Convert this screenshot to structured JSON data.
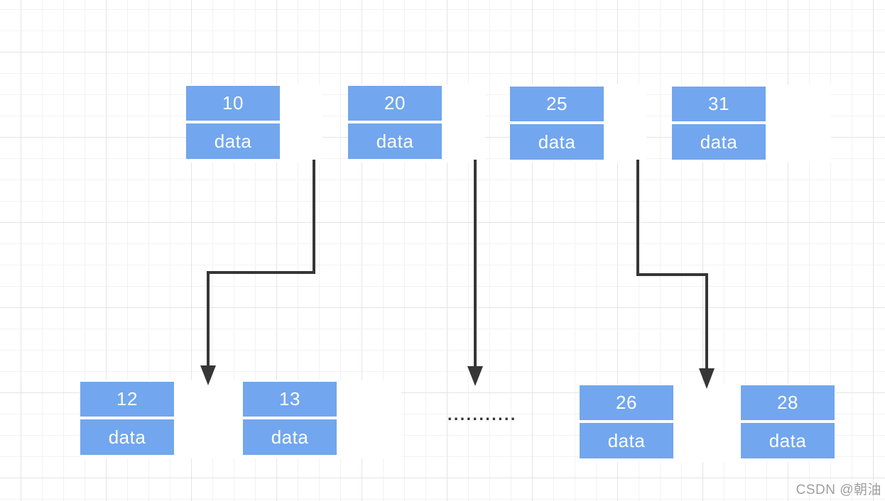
{
  "diagram": {
    "description": "linked list index structure",
    "top_nodes": [
      {
        "key": "10",
        "data": "data"
      },
      {
        "key": "20",
        "data": "data"
      },
      {
        "key": "25",
        "data": "data"
      },
      {
        "key": "31",
        "data": "data"
      }
    ],
    "bottom_nodes": [
      {
        "key": "12",
        "data": "data"
      },
      {
        "key": "13",
        "data": "data"
      },
      {
        "key": "26",
        "data": "data"
      },
      {
        "key": "28",
        "data": "data"
      }
    ],
    "ellipsis": "...........",
    "colors": {
      "node_fill": "#72a6ee",
      "node_text": "#ffffff",
      "arrow": "#363636",
      "grid_minor": "#f2f2f2",
      "grid_major": "#e4e4e4",
      "watermark": "#9e9e9e"
    }
  },
  "watermark": {
    "text": "CSDN @朝油"
  }
}
